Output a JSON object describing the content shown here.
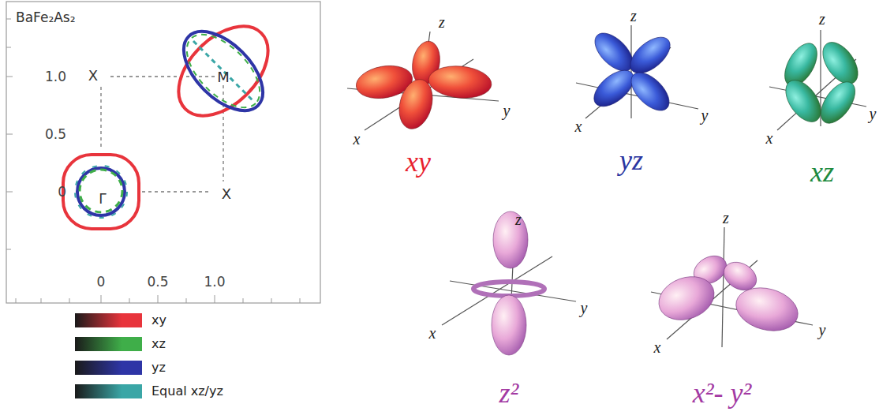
{
  "diagram": {
    "labels": [
      "BaFe₂As₂",
      "X",
      "M",
      "Γ",
      "X",
      "1.0",
      "0.5",
      "0",
      "0",
      "0.5",
      "1.0",
      "z",
      "x",
      "y",
      "xy",
      "z",
      "x",
      "y",
      "yz",
      "z",
      "x",
      "y",
      "xz",
      "z",
      "x",
      "y",
      "z²",
      "z",
      "x",
      "y",
      "x²- y²"
    ],
    "legend": [
      {
        "text": "xy",
        "color": "#e8343c"
      },
      {
        "text": "xz",
        "color": "#3fae49"
      },
      {
        "text": "yz",
        "color": "#2e35a6"
      },
      {
        "text": "Equal xz/yz",
        "color": "#3aa6a6"
      }
    ]
  }
}
